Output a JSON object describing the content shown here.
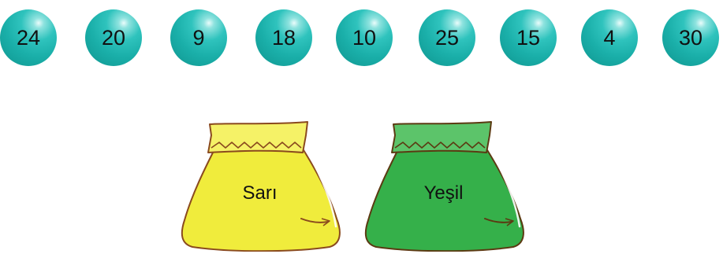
{
  "numbers": [
    "24",
    "20",
    "9",
    "18",
    "10",
    "25",
    "15",
    "4",
    "30"
  ],
  "bags": [
    {
      "label": "Sarı",
      "color": "#f0ec3c",
      "top_color": "#f5f267"
    },
    {
      "label": "Yeşil",
      "color": "#35b04a",
      "top_color": "#5cc46a"
    }
  ],
  "colors": {
    "ball": "#1aafa9",
    "outline": "#8a4a1e"
  }
}
